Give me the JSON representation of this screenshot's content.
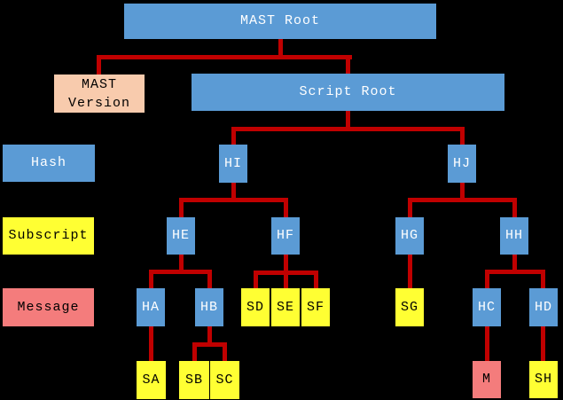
{
  "title": "MAST tree diagram",
  "colors": {
    "background": "#000000",
    "node_blue": "#5B9BD5",
    "node_yellow": "#FFFF33",
    "node_pink": "#F47C7C",
    "node_peach": "#F8CBAD",
    "connector_red": "#C00000",
    "text_on_blue": "#FFFFFF",
    "text_on_light": "#000000"
  },
  "row_labels": {
    "hash": "Hash",
    "subscript": "Subscript",
    "message": "Message"
  },
  "nodes": {
    "mast_root": "MAST Root",
    "mast_version_line1": "MAST",
    "mast_version_line2": "Version",
    "script_root": "Script Root",
    "hi": "HI",
    "hj": "HJ",
    "he": "HE",
    "hf": "HF",
    "hg": "HG",
    "hh": "HH",
    "ha": "HA",
    "hb": "HB",
    "sd": "SD",
    "se": "SE",
    "sf": "SF",
    "sg": "SG",
    "hc": "HC",
    "hd": "HD",
    "sa": "SA",
    "sb": "SB",
    "sc": "SC",
    "m": "M",
    "sh": "SH"
  },
  "edges": [
    [
      "MAST Root",
      "MAST Version"
    ],
    [
      "MAST Root",
      "Script Root"
    ],
    [
      "Script Root",
      "HI"
    ],
    [
      "Script Root",
      "HJ"
    ],
    [
      "HI",
      "HE"
    ],
    [
      "HI",
      "HF"
    ],
    [
      "HJ",
      "HG"
    ],
    [
      "HJ",
      "HH"
    ],
    [
      "HE",
      "HA"
    ],
    [
      "HE",
      "HB"
    ],
    [
      "HF",
      "SD"
    ],
    [
      "HF",
      "SE"
    ],
    [
      "HF",
      "SF"
    ],
    [
      "HG",
      "SG"
    ],
    [
      "HH",
      "HC"
    ],
    [
      "HH",
      "HD"
    ],
    [
      "HA",
      "SA"
    ],
    [
      "HB",
      "SB"
    ],
    [
      "HB",
      "SC"
    ],
    [
      "HC",
      "M"
    ],
    [
      "HD",
      "SH"
    ]
  ],
  "node_categories": {
    "hash_nodes": [
      "HI",
      "HJ",
      "HE",
      "HF",
      "HG",
      "HH",
      "HA",
      "HB",
      "HC",
      "HD"
    ],
    "subscript_nodes": [
      "SA",
      "SB",
      "SC",
      "SD",
      "SE",
      "SF",
      "SG",
      "SH"
    ],
    "message_nodes": [
      "M"
    ]
  }
}
